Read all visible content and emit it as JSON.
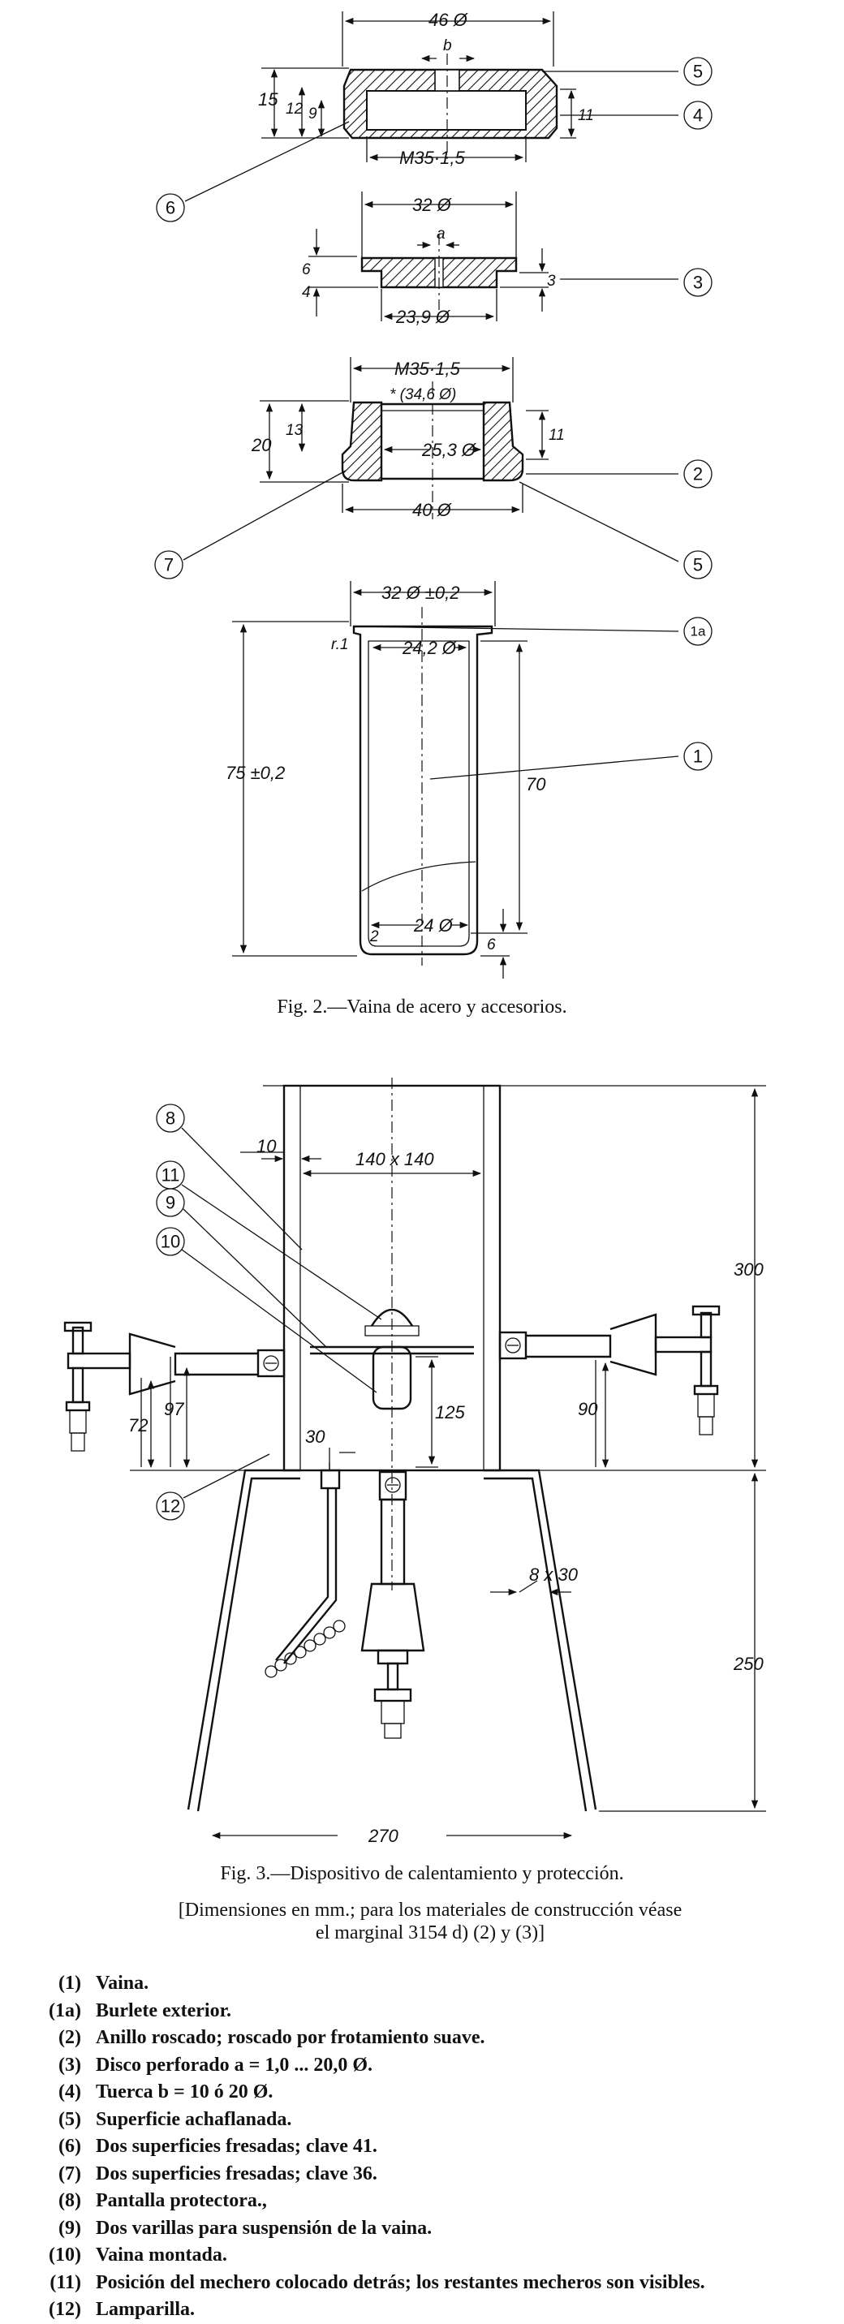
{
  "fig2": {
    "caption": "Fig. 2.—Vaina de acero y accesorios.",
    "dims": {
      "d46": "46 Ø",
      "b": "b",
      "d15": "15",
      "d12": "12",
      "d9": "9",
      "d11a": "11",
      "m35a": "M35·1,5",
      "d32": "32 Ø",
      "a": "a",
      "d6a": "6",
      "d4": "4",
      "d3": "3",
      "d239": "23,9 Ø",
      "m35b": "M35·1,5",
      "d346": "* (34,6 Ø)",
      "d20": "20",
      "d13": "13",
      "d253": "25,3 Ø",
      "d11b": "11",
      "d40": "40 Ø",
      "d32tol": "32 Ø ±0,2",
      "r1": "r.1",
      "d242": "24,2 Ø",
      "d75": "75 ±0,2",
      "d70": "70",
      "d2": "2",
      "d24": "24 Ø",
      "d6b": "6"
    },
    "callouts": [
      "5",
      "4",
      "6",
      "3",
      "2",
      "7",
      "5",
      "1a",
      "1"
    ]
  },
  "fig3": {
    "caption": "Fig. 3.—Dispositivo de calentamiento y protección.",
    "dims": {
      "d10": "10",
      "d140": "140 x 140",
      "d300": "300",
      "d125": "125",
      "d72": "72",
      "d97": "97",
      "d90": "90",
      "d30": "30",
      "d8x30": "8 x 30",
      "d250": "250",
      "d270": "270"
    },
    "callouts": [
      "8",
      "11",
      "9",
      "10",
      "12"
    ]
  },
  "note": {
    "line1": "[Dimensiones en mm.; para los materiales de construcción véase",
    "line2": "el marginal 3154 d) (2) y (3)]"
  },
  "legend": [
    {
      "num": "(1)",
      "text": "Vaina."
    },
    {
      "num": "(1a)",
      "text": "Burlete exterior."
    },
    {
      "num": "(2)",
      "text": "Anillo roscado; roscado por frotamiento suave."
    },
    {
      "num": "(3)",
      "text": "Disco perforado a = 1,0 ... 20,0 Ø."
    },
    {
      "num": "(4)",
      "text": "Tuerca b = 10 ó 20 Ø."
    },
    {
      "num": "(5)",
      "text": "Superficie achaflanada."
    },
    {
      "num": "(6)",
      "text": "Dos superficies fresadas; clave 41."
    },
    {
      "num": "(7)",
      "text": "Dos superficies fresadas; clave 36."
    },
    {
      "num": "(8)",
      "text": "Pantalla protectora.,"
    },
    {
      "num": "(9)",
      "text": "Dos varillas para suspensión de la vaina."
    },
    {
      "num": "(10)",
      "text": "Vaina montada."
    },
    {
      "num": "(11)",
      "text": "Posición del mechero colocado detrás; los restantes mecheros son visibles."
    },
    {
      "num": "(12)",
      "text": "Lamparilla."
    }
  ]
}
